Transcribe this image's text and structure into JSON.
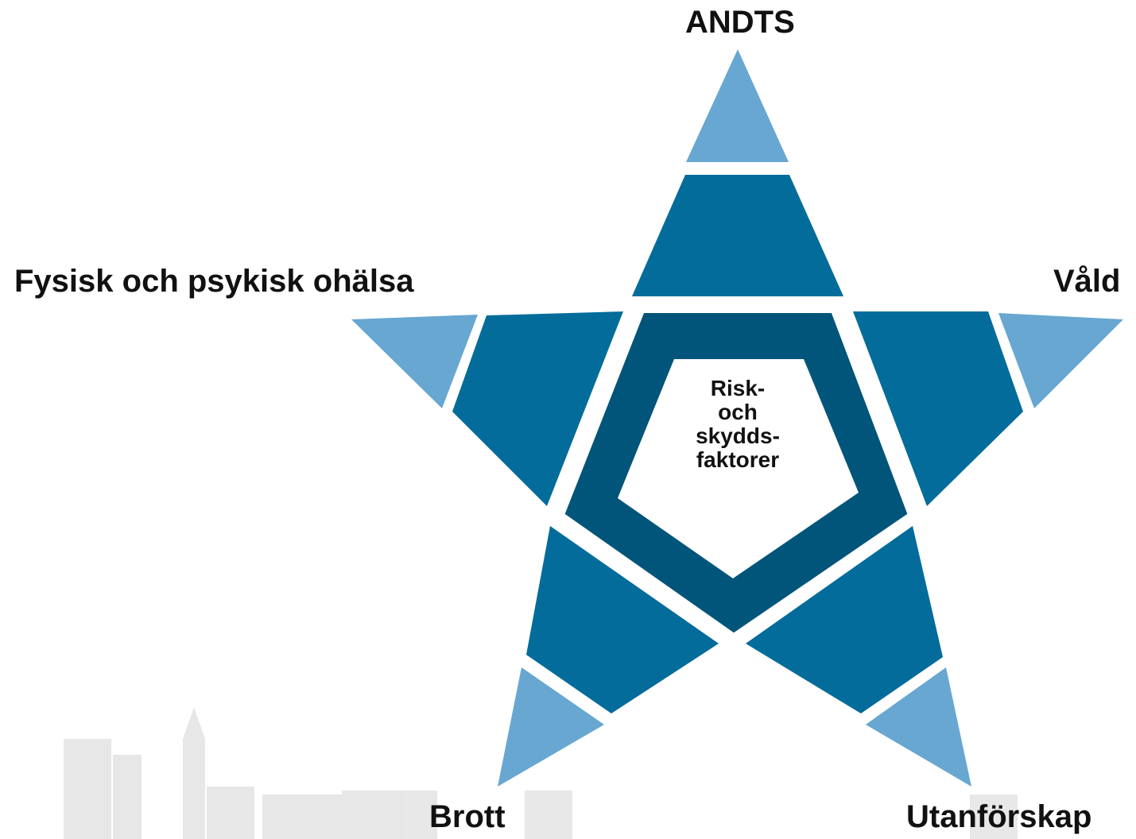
{
  "center": {
    "lines": [
      "Risk-",
      "och",
      "skydds-",
      "faktorer"
    ]
  },
  "points": {
    "top": "ANDTS",
    "right": "Våld",
    "left": "Fysisk och psykisk ohälsa",
    "bottom_left": "Brott",
    "bottom_right": "Utanförskap"
  },
  "colors": {
    "pentagon": "#02557a",
    "arm_inner": "#036c9a",
    "arm_tip": "#67a7d1",
    "background_skyline": "#bdbdbd"
  }
}
